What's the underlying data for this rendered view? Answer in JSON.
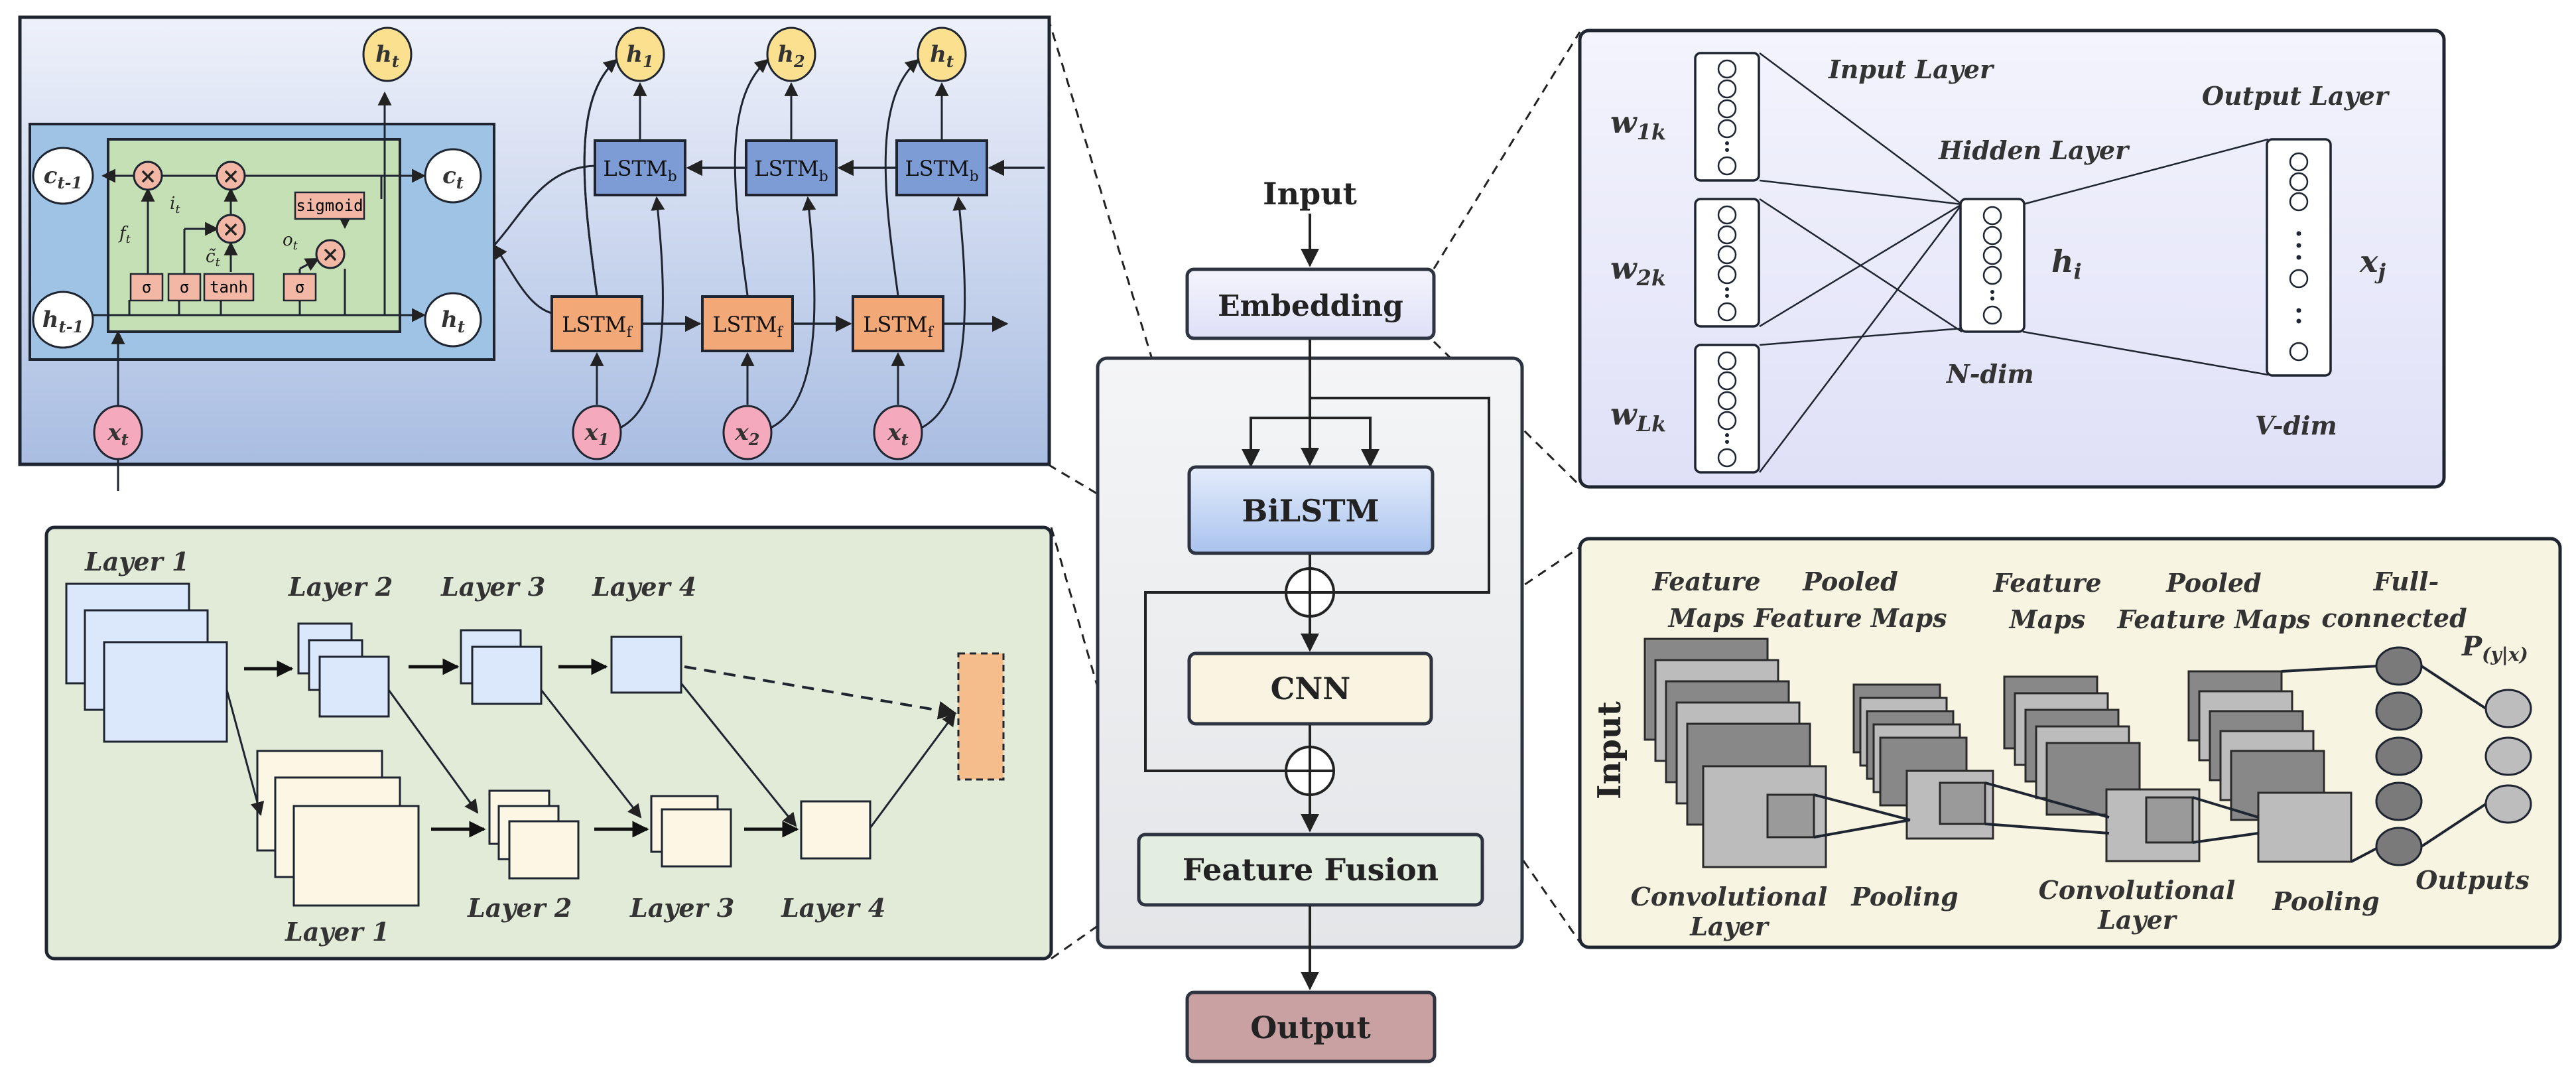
{
  "pipeline": {
    "input": "Input",
    "embedding": "Embedding",
    "bilstm": "BiLSTM",
    "cnn": "CNN",
    "feature_fusion": "Feature Fusion",
    "output": "Output"
  },
  "lstm_panel": {
    "c_prev": "c",
    "c_prev_sub": "t-1",
    "h_prev": "h",
    "h_prev_sub": "t-1",
    "c_t": "c",
    "c_t_sub": "t",
    "h_t_right": "h",
    "h_t_right_sub": "t",
    "h_t_top": "h",
    "h_t_top_sub": "t",
    "x_t": "x",
    "x_t_sub": "t",
    "gate_sigma": "σ",
    "gate_tanh": "tanh",
    "sigmoid": "sigmoid",
    "mult": "×",
    "f_t": "f",
    "f_t_sub": "t",
    "i_t": "i",
    "i_t_sub": "t",
    "c_tilde": "c̃",
    "c_tilde_sub": "t",
    "o_t": "o",
    "o_t_sub": "t",
    "lstm_b": "LSTM",
    "lstm_b_sub": "b",
    "lstm_f": "LSTM",
    "lstm_f_sub": "f",
    "outputs": [
      {
        "h": "h",
        "sub": "1"
      },
      {
        "h": "h",
        "sub": "2"
      },
      {
        "h": "h",
        "sub": "t"
      }
    ],
    "inputs": [
      {
        "x": "x",
        "sub": "1"
      },
      {
        "x": "x",
        "sub": "2"
      },
      {
        "x": "x",
        "sub": "t"
      }
    ]
  },
  "embedding_panel": {
    "input_layer": "Input Layer",
    "hidden_layer": "Hidden Layer",
    "output_layer": "Output Layer",
    "w1k": "w",
    "w1k_sub": "1k",
    "w2k": "w",
    "w2k_sub": "2k",
    "wLk": "w",
    "wLk_sub": "Lk",
    "h_i": "h",
    "h_i_sub": "i",
    "x_j": "x",
    "x_j_sub": "j",
    "n_dim": "N-dim",
    "v_dim": "V-dim"
  },
  "pyramid_panel": {
    "top_layers": [
      "Layer 1",
      "Layer 2",
      "Layer 3",
      "Layer 4"
    ],
    "bottom_layers": [
      "Layer 1",
      "Layer 2",
      "Layer 3",
      "Layer 4"
    ]
  },
  "cnn_panel": {
    "input": "Input",
    "feature_maps_1": [
      "Feature",
      "Maps"
    ],
    "pooled_1": [
      "Pooled",
      "Feature Maps"
    ],
    "feature_maps_2": [
      "Feature",
      "Maps"
    ],
    "pooled_2": [
      "Pooled",
      "Feature Maps"
    ],
    "full_connected": [
      "Full-",
      "connected"
    ],
    "p_label": "P",
    "p_label_sub": "(y|x)",
    "conv_1": [
      "Convolutional",
      "Layer"
    ],
    "pooling_1": "Pooling",
    "conv_2": [
      "Convolutional",
      "Layer"
    ],
    "pooling_2": "Pooling",
    "outputs": "Outputs"
  }
}
